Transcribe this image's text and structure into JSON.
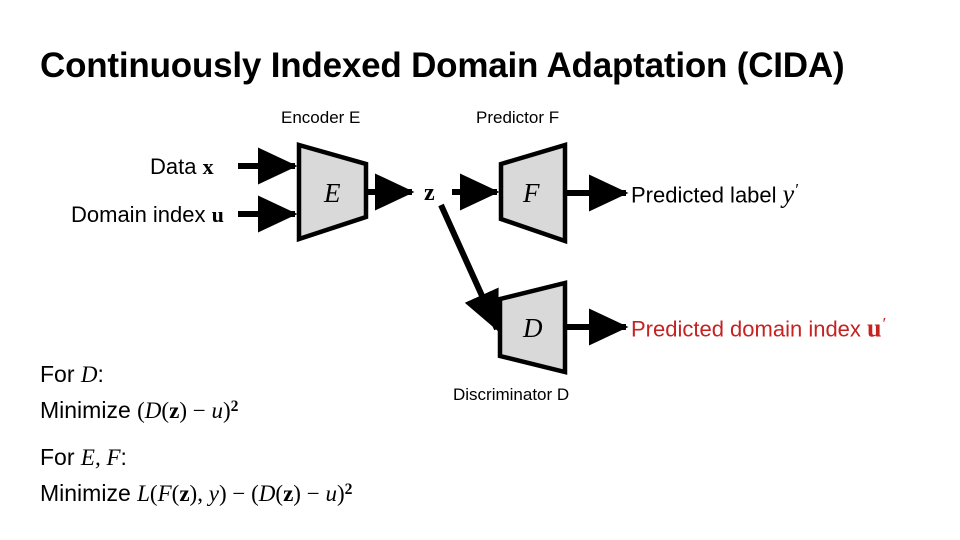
{
  "slide": {
    "title": "Continuously Indexed Domain Adaptation (CIDA)",
    "background_color": "#FFFFFF"
  },
  "colors": {
    "shape_fill": "#D9D9D9",
    "shape_stroke": "#000000",
    "arrow": "#000000",
    "text": "#000000",
    "accent_red": "#C62222"
  },
  "diagram": {
    "captions": {
      "encoder": "Encoder E",
      "predictor": "Predictor F",
      "discriminator": "Discriminator D"
    },
    "shapes": [
      {
        "id": "encoder",
        "letter": "E",
        "name": "Encoder E"
      },
      {
        "id": "predictor",
        "letter": "F",
        "name": "Predictor F"
      },
      {
        "id": "discriminator",
        "letter": "D",
        "name": "Discriminator D"
      }
    ],
    "inputs": [
      {
        "label_text": "Data ",
        "symbol": "x"
      },
      {
        "label_text": "Domain index ",
        "symbol": "u"
      }
    ],
    "latent": {
      "symbol": "z"
    },
    "outputs": [
      {
        "label_text": "Predicted label ",
        "symbol": "y",
        "prime": "′",
        "color": "#000000"
      },
      {
        "label_text": "Predicted domain index ",
        "symbol": "u",
        "prime": "′",
        "color": "#C62222"
      }
    ]
  },
  "objectives": [
    {
      "header_for": "For ",
      "header_symbols": "D",
      "header_colon": ":",
      "body_prefix": "Minimize ",
      "body_expr": "(D(z) − u)²",
      "parts": {
        "open": "(",
        "fn": "D",
        "arg_open": "(",
        "arg": "z",
        "arg_close": ")",
        "minus": " − ",
        "var": "u",
        "close": ")",
        "power": "2"
      }
    },
    {
      "header_for": "For ",
      "header_symbols": "E, F",
      "header_colon": ":",
      "body_prefix": "Minimize ",
      "body_expr": "L(F(z), y) − (D(z) − u)²",
      "parts": {
        "loss": "L",
        "loss_open": "(",
        "inner_fn": "F",
        "inner_open": "(",
        "inner_arg": "z",
        "inner_close": ")",
        "comma": ", ",
        "y": "y",
        "loss_close": ")",
        "minus1": " − ",
        "open": "(",
        "fn": "D",
        "arg_open": "(",
        "arg": "z",
        "arg_close": ")",
        "minus2": " − ",
        "var": "u",
        "close": ")",
        "power": "2"
      }
    }
  ]
}
